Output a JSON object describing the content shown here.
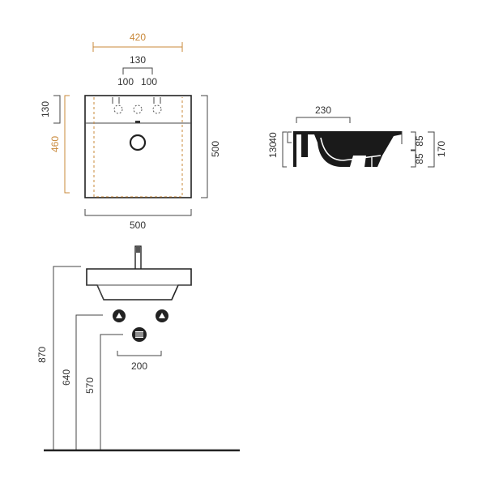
{
  "colors": {
    "ink": "#333333",
    "accent": "#c9893a",
    "fill": "#1a1a1a"
  },
  "top_view": {
    "overall_width": "420",
    "tap_spacing": "130",
    "tap_left": "100",
    "tap_right": "100",
    "back_depth": "130",
    "inner_depth": "460",
    "outer_depth": "500",
    "outer_width": "500"
  },
  "side_view": {
    "depth": "230",
    "h_top": "40",
    "h_total_left": "130",
    "h_upper_right": "85",
    "h_lower_right": "85",
    "h_total_right": "170"
  },
  "front_view": {
    "height_basin": "870",
    "height_valves": "640",
    "height_waste": "570",
    "valve_spacing": "200"
  }
}
